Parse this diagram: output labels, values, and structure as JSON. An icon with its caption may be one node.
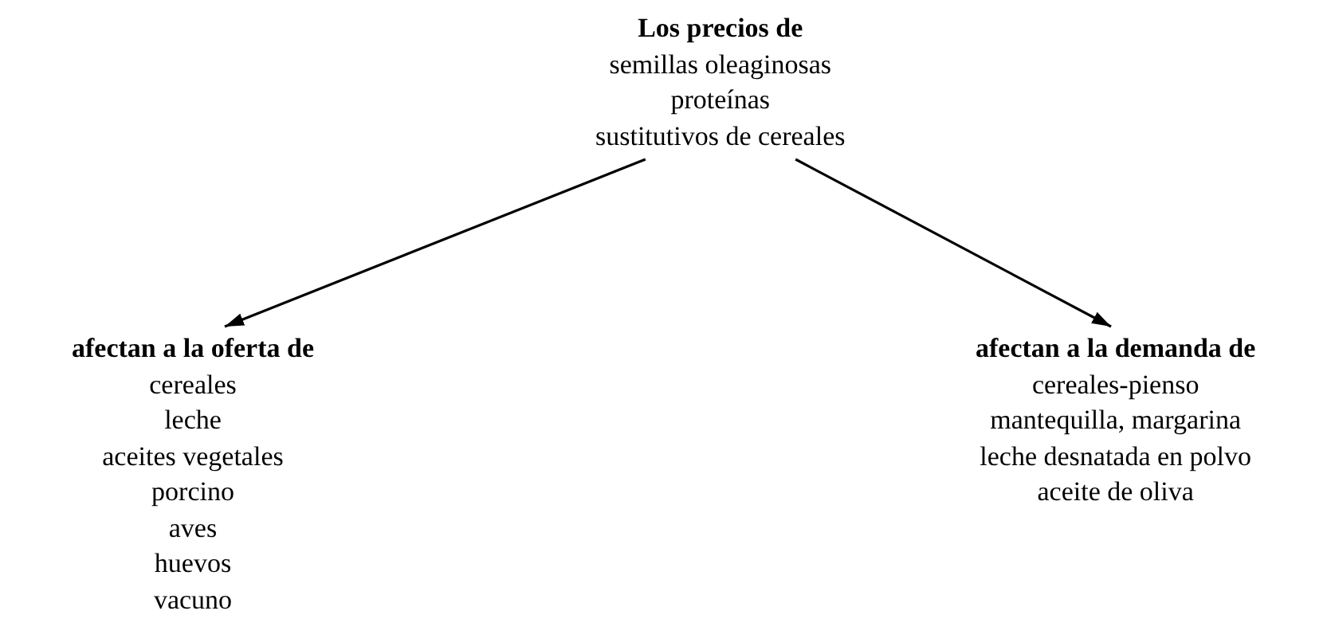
{
  "diagram": {
    "nodes": [
      {
        "text": [
          "Los precios de",
          "semillas oleaginosas",
          "proteínas",
          "sustitutivos de cereales"
        ]
      },
      {
        "text": [
          "afectan a la oferta de",
          "cereales",
          "leche",
          "aceites vegetales",
          "porcino",
          "aves",
          "huevos",
          "vacuno"
        ]
      },
      {
        "text": [
          "afectan a la demanda de",
          "cereales-pienso",
          "mantequilla, margarina",
          "leche desnatada en polvo",
          "aceite de oliva"
        ]
      }
    ],
    "edges": [
      {
        "from": 0,
        "to": 1,
        "arrow": "to"
      },
      {
        "from": 0,
        "to": 2,
        "arrow": "to"
      }
    ]
  }
}
